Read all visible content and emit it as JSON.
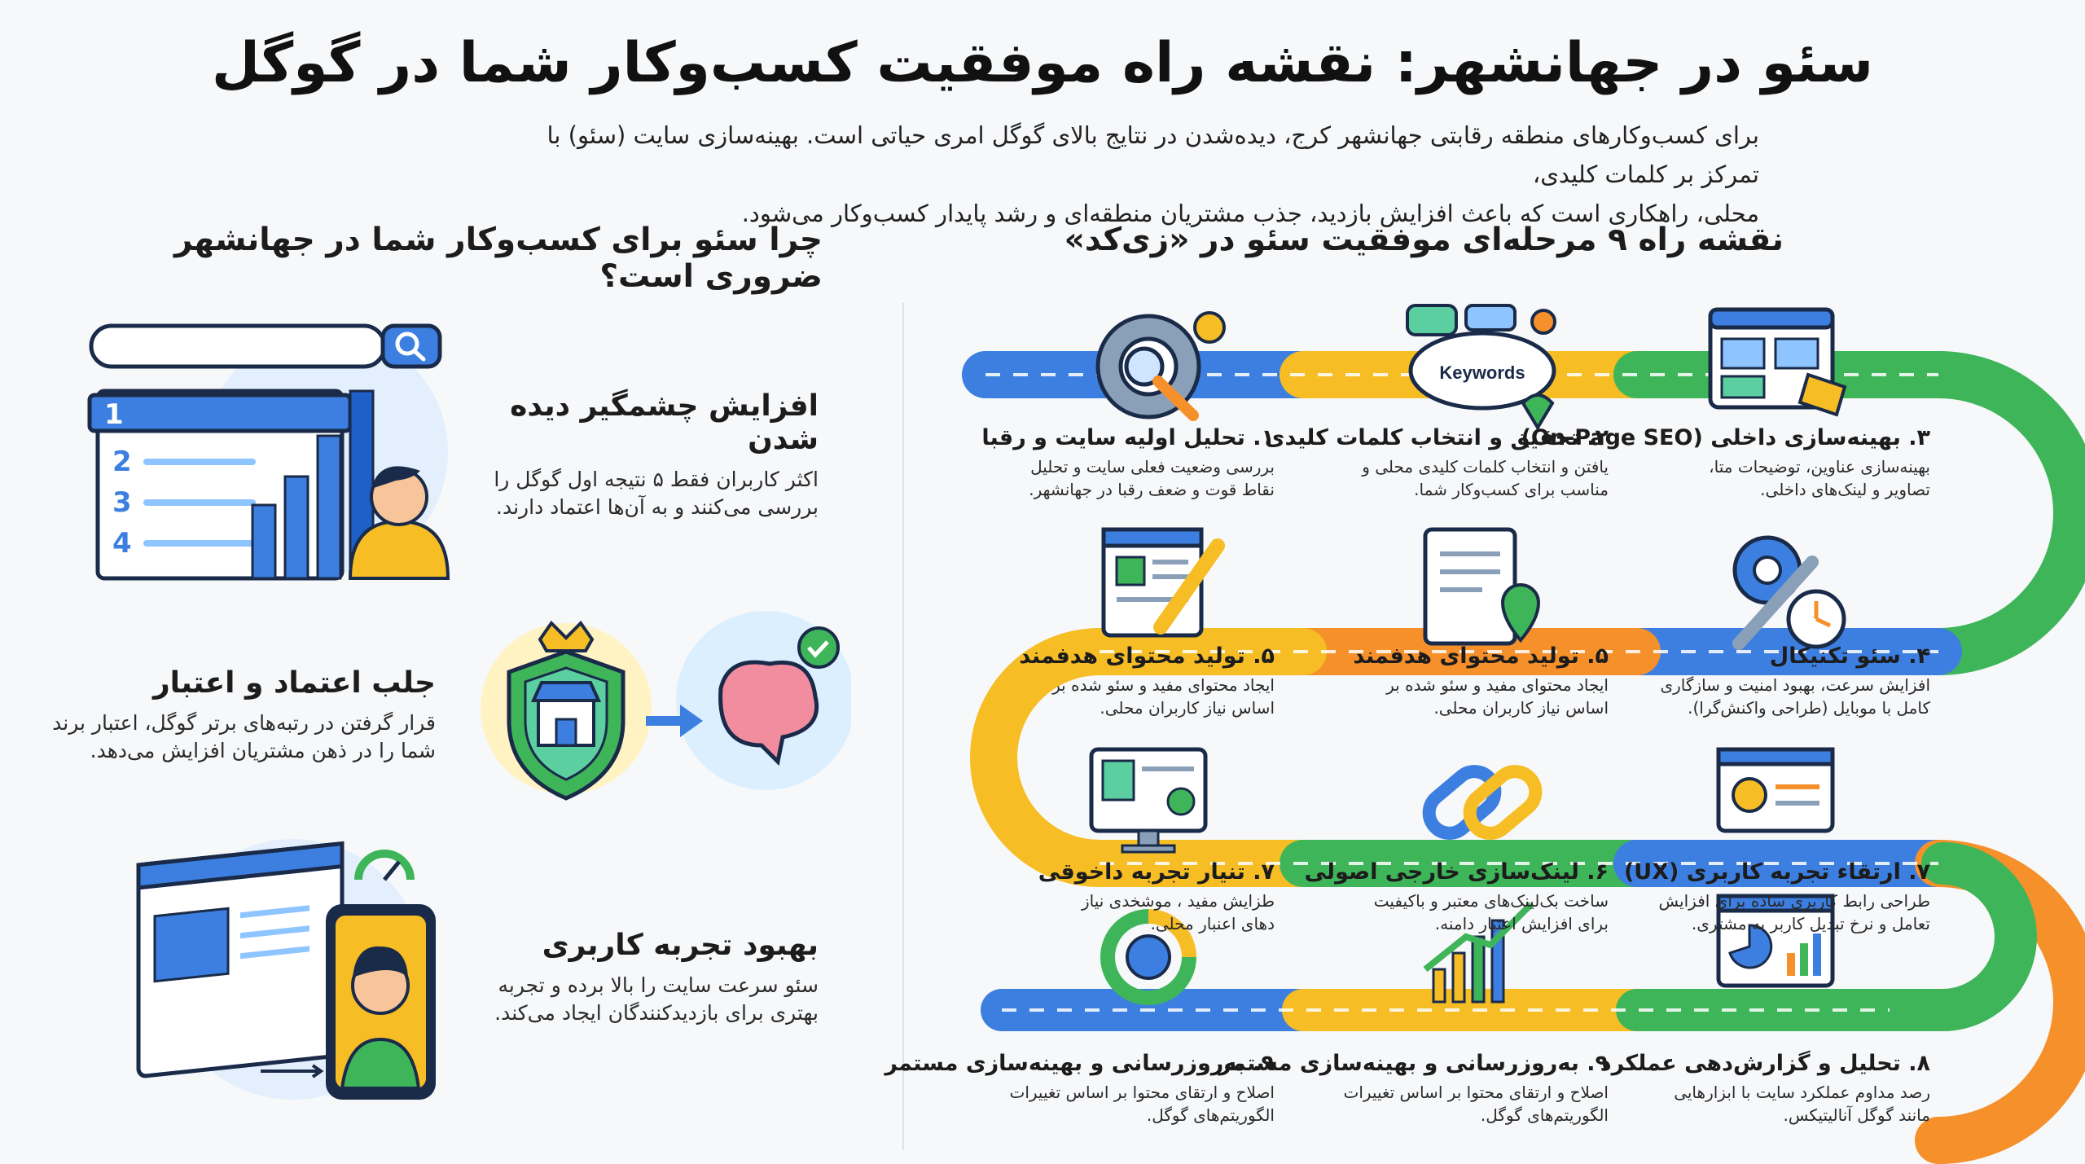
{
  "header": {
    "title": "سئو در جهانشهر: نقشه راه موفقیت کسب‌وکار شما در گوگل",
    "intro_line1": "برای کسب‌وکارهای منطقه رقابتی جهانشهر کرج، دیده‌شدن در نتایج بالای گوگل امری حیاتی است. بهینه‌سازی سایت (سئو) با تمرکز بر کلمات کلیدی،",
    "intro_line2": "محلی، راهکاری است که باعث افزایش بازدید، جذب مشتریان منطقه‌ای و رشد پایدار کسب‌وکار می‌شود."
  },
  "why": {
    "title": "چرا سئو برای کسب‌وکار شما در جهانشهر ضروری است؟",
    "benefits": [
      {
        "title": "افزایش چشمگیر دیده شدن",
        "line1": "اکثر کاربران فقط ۵ نتیجه اول گوگل را",
        "line2": "بررسی می‌کنند و به آن‌ها اعتماد دارند."
      },
      {
        "title": "جلب اعتماد و اعتبار",
        "line1": "قرار گرفتن در رتبه‌های برتر گوگل، اعتبار برند",
        "line2": "شما را در ذهن مشتریان افزایش می‌دهد."
      },
      {
        "title": "بهبود تجربه کاربری",
        "line1": "سئو سرعت سایت را بالا برده و تجربه",
        "line2": "بهتری برای بازدیدکنندگان ایجاد می‌کند."
      }
    ],
    "rank_numbers": [
      "1",
      "2",
      "3",
      "4"
    ]
  },
  "roadmap": {
    "title": "نقشه راه ۹ مرحله‌ای موفقیت سئو در «زی‌کد»",
    "keywords_label": "Keywords",
    "steps": [
      {
        "title": "۱. تحلیل اولیه سایت و رقبا",
        "line1": "بررسی وضعیت فعلی سایت و تحلیل",
        "line2": "نقاط قوت و ضعف رقبا در جهانشهر."
      },
      {
        "title": "۲. تحقیق و انتخاب کلمات کلیدی",
        "line1": "یافتن و انتخاب کلمات کلیدی محلی و",
        "line2": "مناسب برای کسب‌وکار شما."
      },
      {
        "title": "۳. بهینه‌سازی داخلی (On-Page SEO)",
        "line1": "بهینه‌سازی عناوین، توضیحات متا،",
        "line2": "تصاویر و لینک‌های داخلی."
      },
      {
        "title": "۵. تولید محتوای هدفمند",
        "line1": "ایجاد محتوای مفید و سئو شده بر",
        "line2": "اساس نیاز کاربران محلی."
      },
      {
        "title": "۵. تولید محتوای هدفمند",
        "line1": "ایجاد محتوای مفید و سئو شده بر",
        "line2": "اساس نیاز کاربران محلی."
      },
      {
        "title": "۴. سئو تکنیکال",
        "line1": "افزایش سرعت، بهبود امنیت و سازگاری",
        "line2": "کامل با موبایل (طراحی واکنش‌گرا)."
      },
      {
        "title": "۷. تنیار تجربه داخوقی",
        "line1": "طزایش مفید ، موشخدی نیاز",
        "line2": "دهای اعنبار محلی."
      },
      {
        "title": "۶. لینک‌سازی خارجی اصولی",
        "line1": "ساخت بک‌لینک‌های معتبر و باکیفیت",
        "line2": "برای افزایش اعتبار دامنه."
      },
      {
        "title": "۷. ارتقاء تجربه کاربری (UX)",
        "line1": "طراحی رابط کاربری ساده برای افزایش",
        "line2": "تعامل و نرخ تبدیل کاربر به مشتری."
      },
      {
        "title": "۹. به‌روزرسانی و بهینه‌سازی مستمر",
        "line1": "اصلاح و ارتقای محتوا بر اساس تغییرات",
        "line2": "الگوریتم‌های گوگل."
      },
      {
        "title": "۹. به‌روزرسانی و بهینه‌سازی مستمر",
        "line1": "اصلاح و ارتقای محتوا بر اساس تغییرات",
        "line2": "الگوریتم‌های گوگل."
      },
      {
        "title": "۸. تحلیل و گزارش‌دهی عملکرد",
        "line1": "رصد مداوم عملکرد سایت با ابزارهایی",
        "line2": "مانند گوگل آنالیتیکس."
      }
    ]
  },
  "colors": {
    "blue": "#3d7fe0",
    "green": "#3fb55a",
    "orange": "#f5902a",
    "yellow": "#f6bd24",
    "ink": "#1a2b4a"
  }
}
